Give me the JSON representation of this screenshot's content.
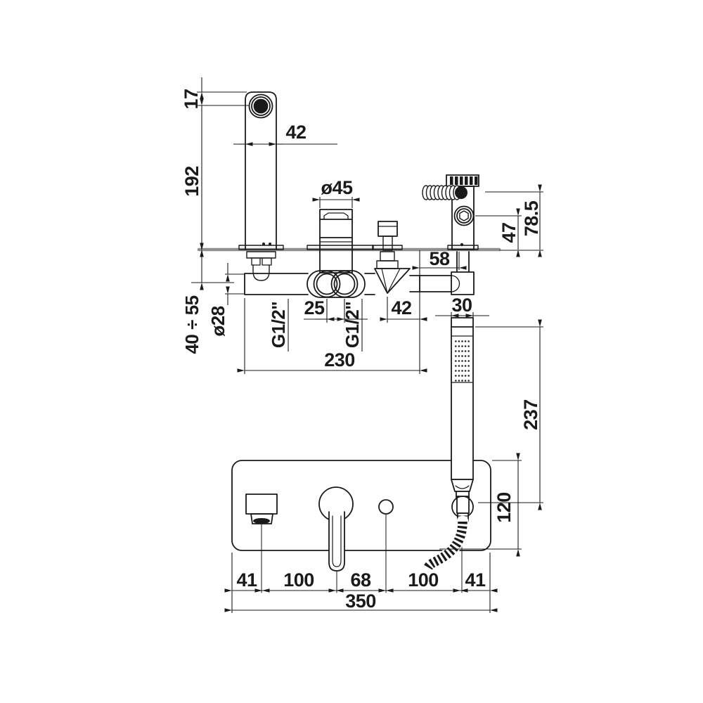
{
  "drawing": {
    "type": "technical-dimension-drawing",
    "subject": "deck-mounted bath mixer with hand shower",
    "colors": {
      "line": "#1a1a1a",
      "deck_line": "#8f8f8f",
      "background": "#ffffff"
    },
    "dims": {
      "spout_outlet_offset": "17",
      "spout_height": "192",
      "spout_width": "42",
      "knob_diameter": "ø45",
      "holder_offset": "58",
      "screw_height": "47",
      "holder_height": "78.5",
      "deck_thickness_range": "40 ÷ 55",
      "pipe_diameter": "ø28",
      "inlet_left": "G1/2\"",
      "ports_spacing": "25",
      "inlet_right": "G1/2\"",
      "diverter_offset": "42",
      "handshower_diameter": "30",
      "body_length": "230",
      "handshower_length": "237",
      "plate_depth": "120",
      "edge_left": "41",
      "spout_spacing": "100",
      "lever_spacing": "68",
      "shower_spacing": "100",
      "edge_right": "41",
      "plate_width": "350"
    }
  }
}
